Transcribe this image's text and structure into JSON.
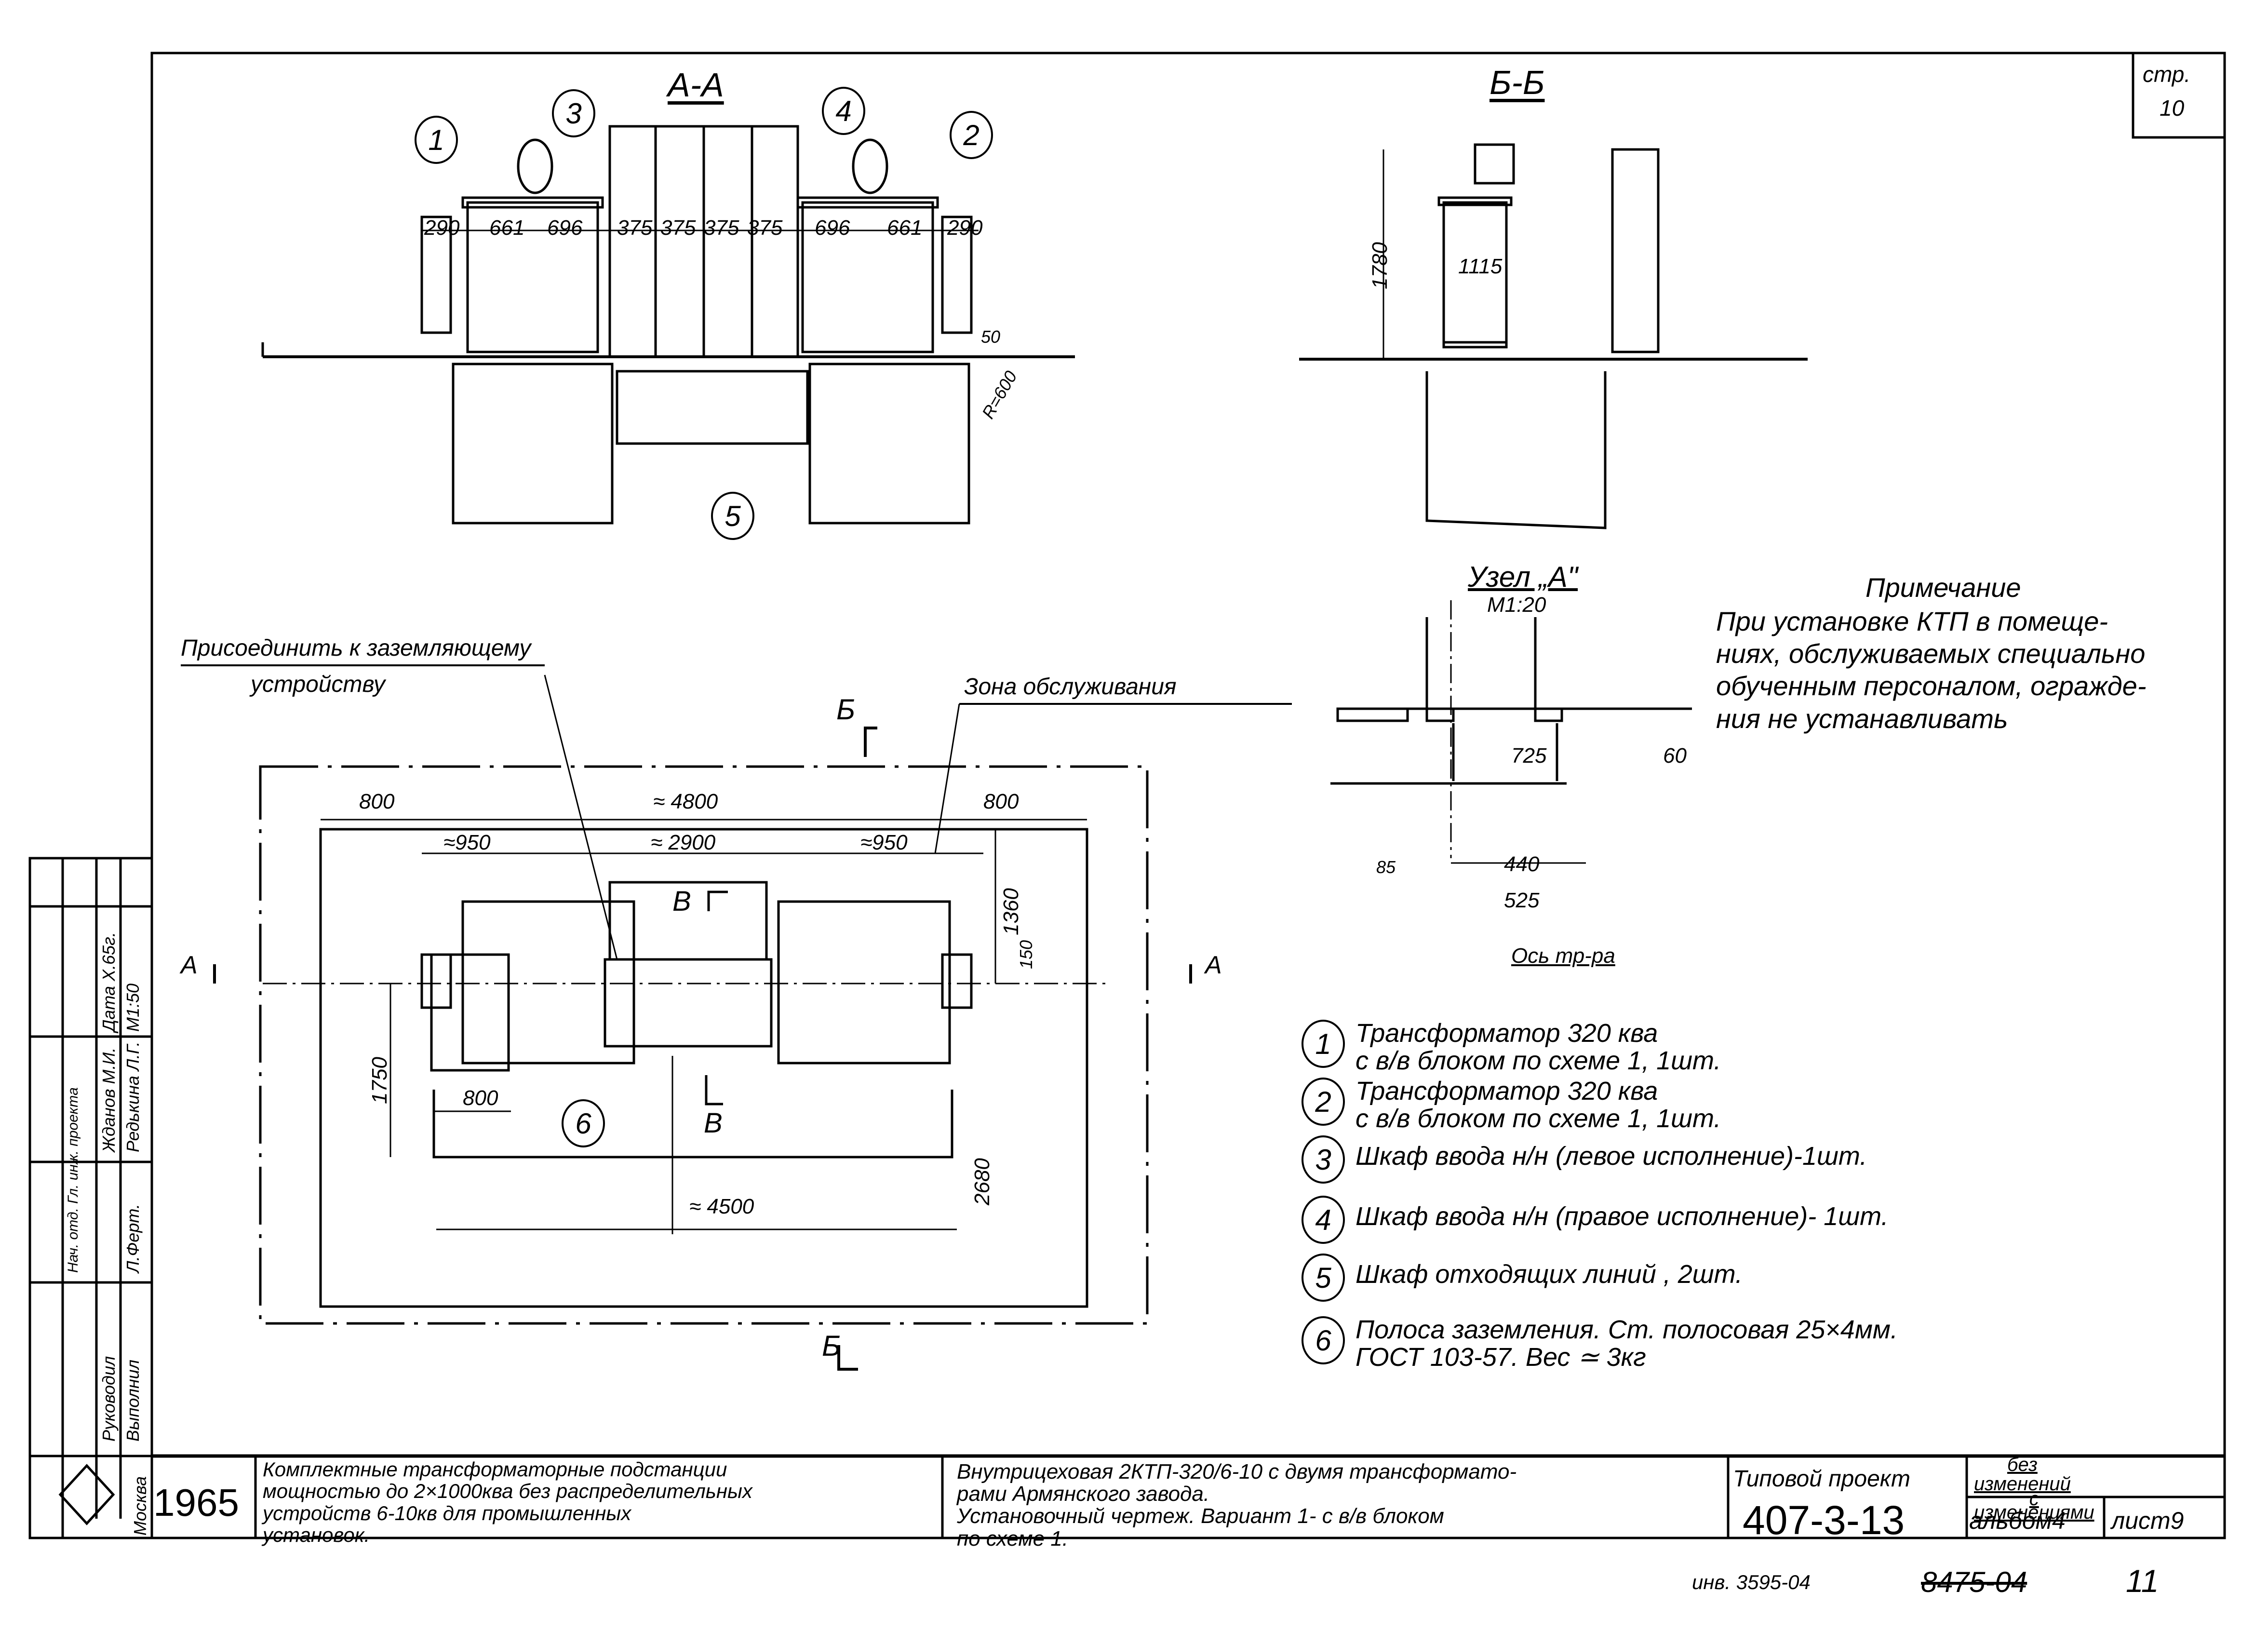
{
  "sheet": {
    "page_label": "стр.",
    "page_number": "10",
    "year": "1965",
    "city": "Москва"
  },
  "sections": {
    "aa": {
      "title": "А-А",
      "dims_top": [
        "290",
        "661",
        "696",
        "375",
        "375",
        "375",
        "375",
        "696",
        "661",
        "290"
      ],
      "dim_50": "50",
      "dim_radius": "R=600",
      "callouts": [
        "1",
        "3",
        "4",
        "2",
        "5"
      ]
    },
    "bb": {
      "title": "Б-Б",
      "dim_height": "1780",
      "dim_width": "1115"
    },
    "node_a": {
      "title": "Узел „А\"",
      "scale": "М1:20",
      "dims": [
        "725",
        "60",
        "85",
        "440",
        "525"
      ],
      "axis_label": "Ось тр-ра"
    },
    "plan": {
      "label_ground": "Присоединить к заземляющему устройству",
      "label_ground_line1": "Присоединить к заземляющему",
      "label_ground_line2": "устройству",
      "label_zone": "Зона обслуживания",
      "cut_b_top": "Б",
      "cut_b_bottom": "Б",
      "cut_a_left": "А",
      "cut_a_right": "А",
      "cut_v_top": "В",
      "cut_v_bottom": "В",
      "dims": {
        "left_800": "800",
        "total_4800": "≈ 4800",
        "right_800": "800",
        "left_950": "≈950",
        "mid_2900": "≈ 2900",
        "right_950": "≈950",
        "h_1360": "1360",
        "h_150": "150",
        "h_1750": "1750",
        "inner_800": "800",
        "diag_2680": "2680",
        "bottom_4500": "≈ 4500"
      },
      "callout": "6"
    }
  },
  "note": {
    "heading": "Примечание",
    "text": "При установке КТП в помеще-\nниях, обслуживаемых специально\nобученным персоналом, огражде-\nния не устанавливать"
  },
  "legend": [
    {
      "num": "1",
      "text": "Трансформатор 320 ква\nс в/в блоком по схеме 1, 1шт."
    },
    {
      "num": "2",
      "text": "Трансформатор 320 ква\nс в/в блоком по схеме 1, 1шт."
    },
    {
      "num": "3",
      "text": "Шкаф ввода н/н (левое исполнение)-1шт."
    },
    {
      "num": "4",
      "text": "Шкаф ввода н/н (правое исполнение)- 1шт."
    },
    {
      "num": "5",
      "text": "Шкаф отходящих линий , 2шт."
    },
    {
      "num": "6",
      "text": "Полоса заземления. Ст. полосовая 25×4мм.\nГОСТ 103-57. Вес ≃ 3кг"
    }
  ],
  "title_block": {
    "series_title": "Комплектные трансформаторные подстанции\nмощностью до 2×1000ква без распределительных\nустройств 6-10кв для промышленных\nустановок.",
    "drawing_title": "Внутрицеховая 2КТП-320/6-10 с двумя трансформато-\nрами Армянского завода.\nУстановочный чертеж. Вариант 1- с в/в блоком\nпо схеме 1.",
    "project_label": "Типовой проект",
    "project_number": "407-3-13",
    "status_without": "без\nизменений",
    "status_with": "с\nизменениями",
    "album": "альбом4",
    "sheet": "лист9"
  },
  "below_block": {
    "inv": "инв. 3595-04",
    "crossed": "8475-04",
    "page": "11"
  },
  "stamp": {
    "col1": [
      "Руководил",
      "Выполнил"
    ],
    "col2": [
      "",
      "Л.Ферт."
    ],
    "col3": [
      "Жданов М.И.",
      "Редькина Л.Г."
    ],
    "col4": [
      "Дата Х.65г.",
      "М1:50"
    ],
    "header": "Нач. отд. Гл. инж. проекта"
  }
}
